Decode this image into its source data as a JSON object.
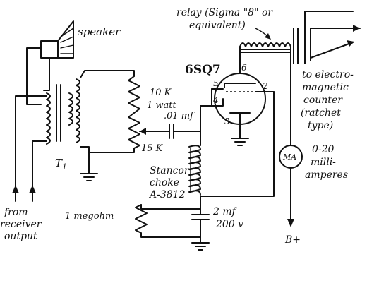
{
  "labels": {
    "relay": "relay (Sigma \"8\" or",
    "relay2": "equivalent)",
    "speaker": "speaker",
    "tube": "6SQ7",
    "pin6": "6",
    "pin5": "5",
    "pin4": "4",
    "pin3": "3",
    "pin2": "2",
    "r10k": "10 K",
    "watt": "1 watt",
    "r15k": "15 K",
    "cap01": ".01 mf",
    "t1": "T",
    "t1sub": "1",
    "choke1": "Stancor",
    "choke2": "choke",
    "choke3": "A-3812",
    "meg": "1 megohm",
    "cap2": "2 mf",
    "cap2v": "200 v",
    "from1": "from",
    "from2": "receiver",
    "from3": "output",
    "ma": "MA",
    "milli1": "0-20",
    "milli2": "milli-",
    "milli3": "amperes",
    "counter1": "to electro-",
    "counter2": "magnetic",
    "counter3": "counter",
    "counter4": "(ratchet",
    "counter5": "type)",
    "bplus": "B+"
  }
}
